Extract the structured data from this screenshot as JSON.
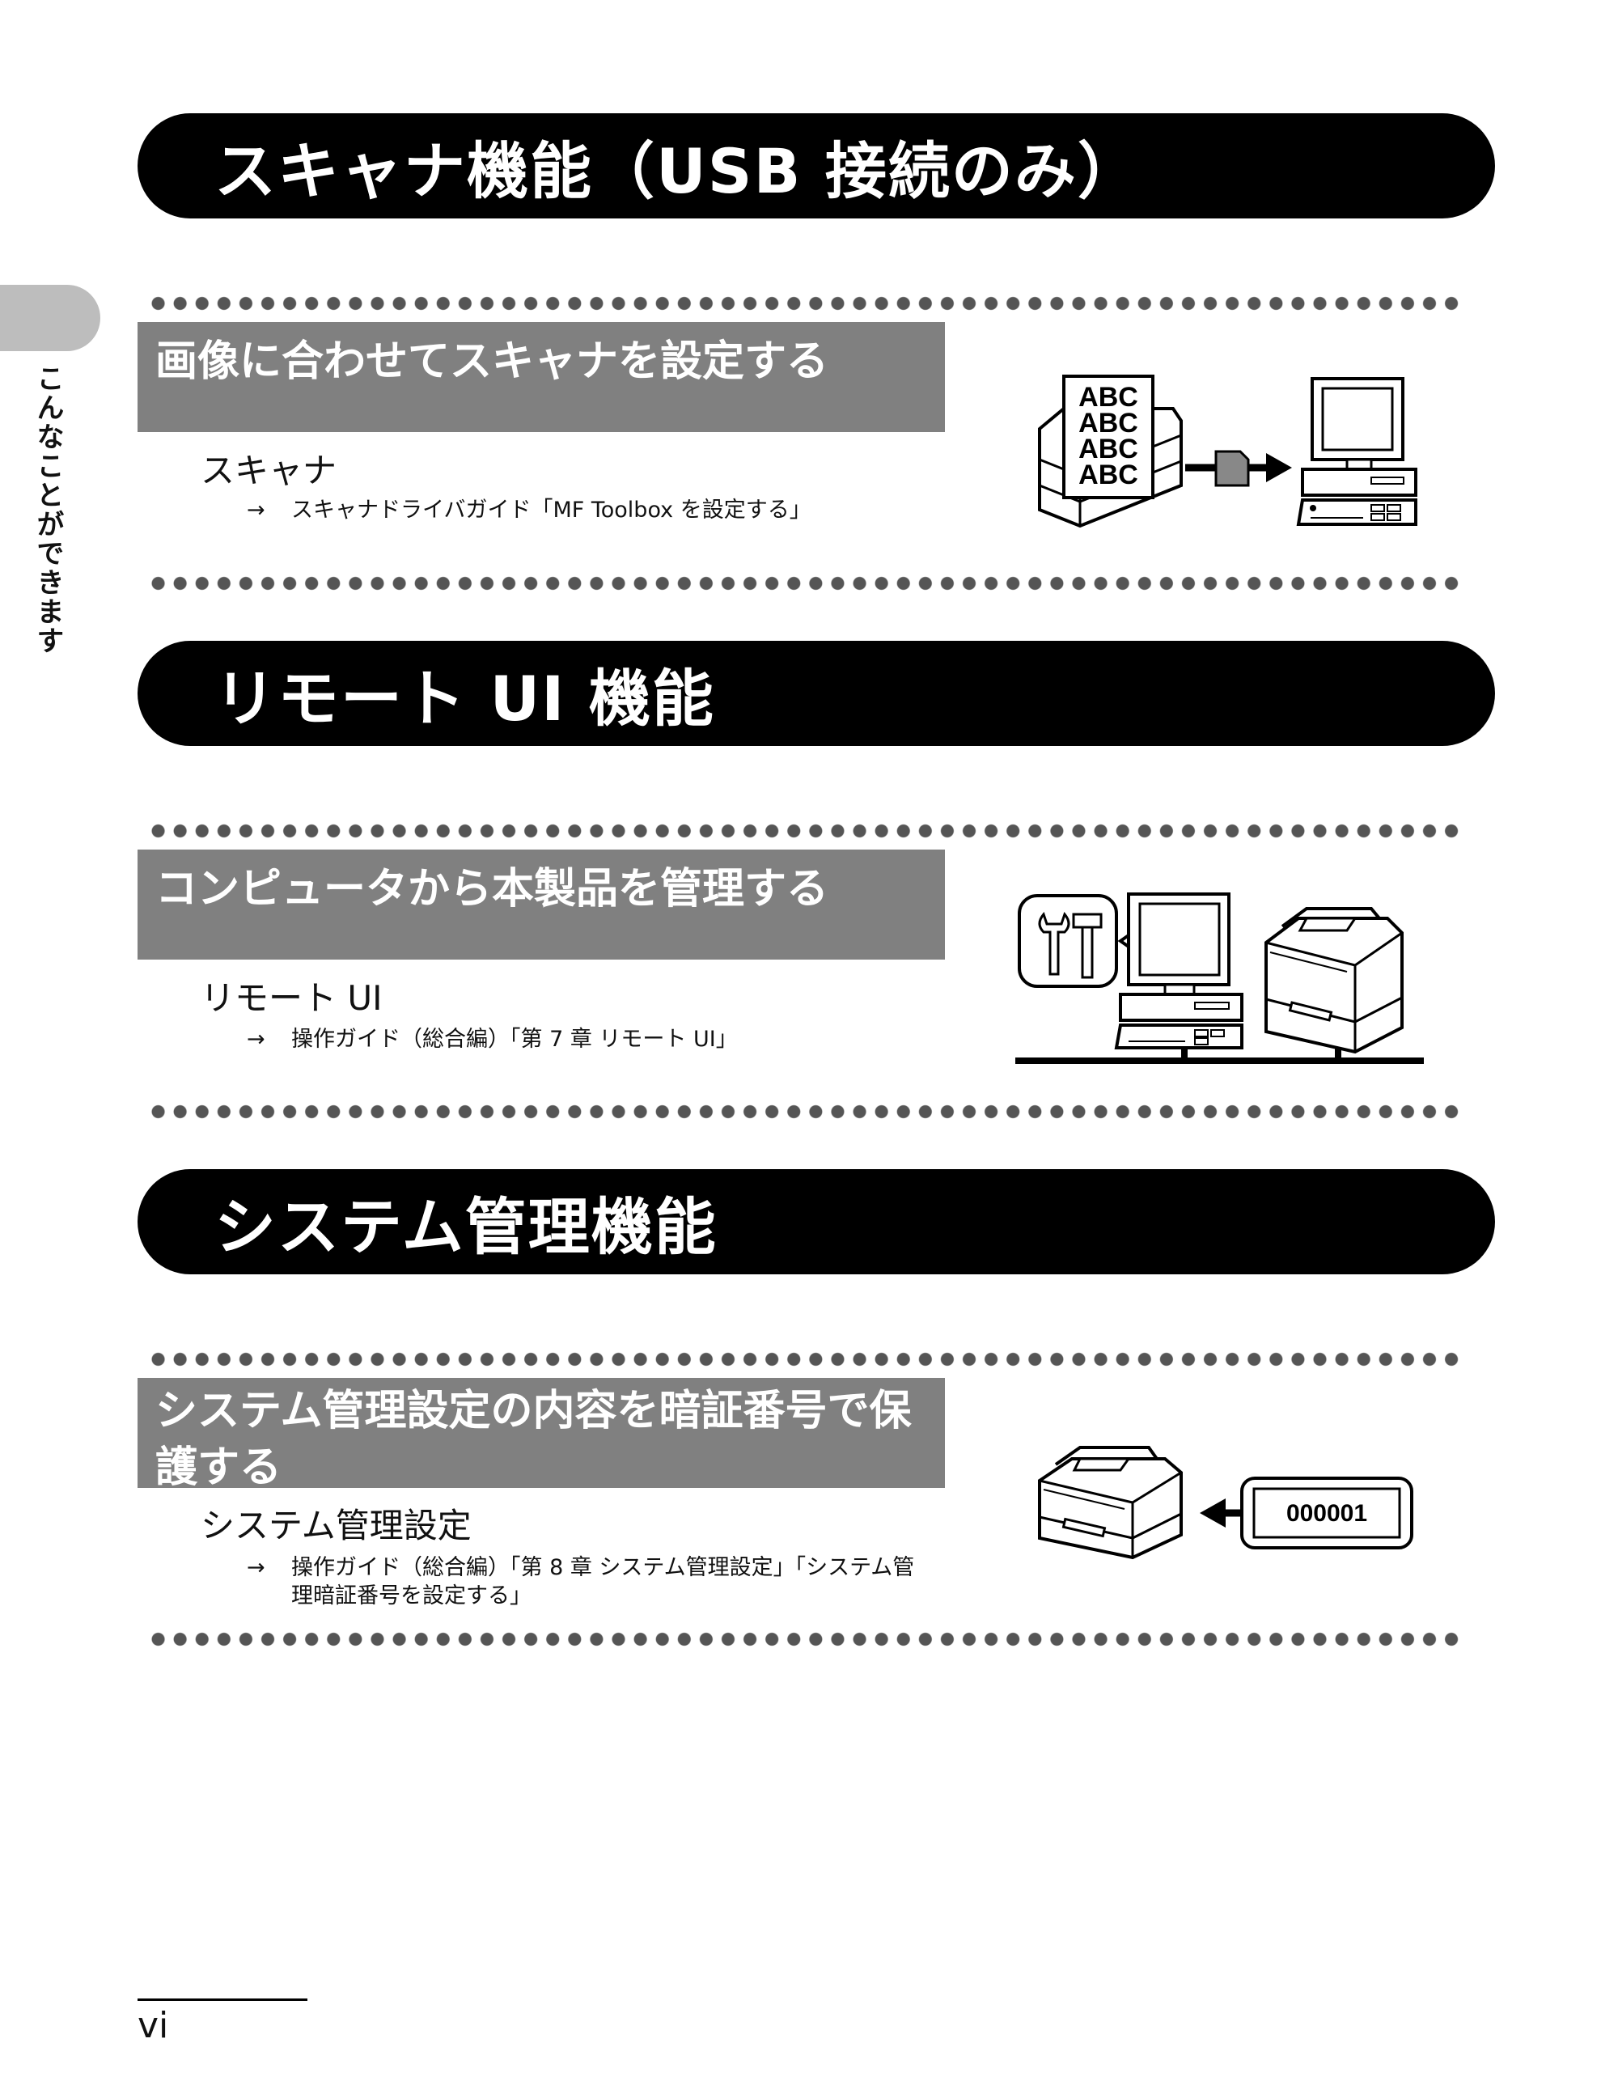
{
  "side_label": "こんなことができます",
  "sections": [
    {
      "banner": "スキャナ機能（USB 接続のみ）",
      "heading": "画像に合わせてスキャナを設定する",
      "item": "スキャナ",
      "arrow": "→",
      "ref": "スキャナドライバガイド「MF Toolbox を設定する」",
      "illus_text": [
        "ABC",
        "ABC",
        "ABC",
        "ABC"
      ]
    },
    {
      "banner": "リモート UI 機能",
      "heading": "コンピュータから本製品を管理する",
      "item": "リモート UI",
      "arrow": "→",
      "ref": "操作ガイド（総合編）「第 7 章 リモート UI」"
    },
    {
      "banner": "システム管理機能",
      "heading_line1": "システム管理設定の内容を暗証番号で保",
      "heading_line2": "護する",
      "item": "システム管理設定",
      "arrow": "→",
      "ref_line1": "操作ガイド（総合編）「第 8 章 システム管理設定」「システム管",
      "ref_line2": "理暗証番号を設定する」",
      "illus_code": "000001"
    }
  ],
  "page_number": "vi"
}
